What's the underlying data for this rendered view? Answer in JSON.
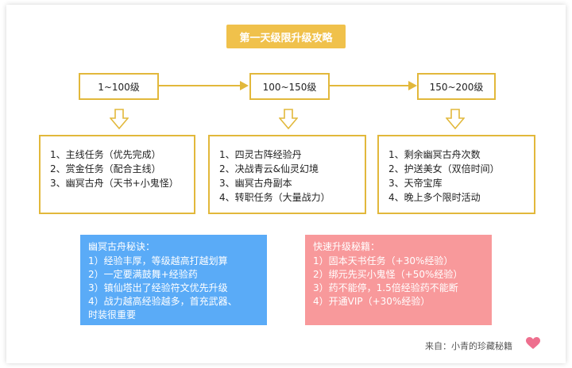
{
  "title": "第一天级限升级攻略",
  "levels": [
    "1~100级",
    "100~150级",
    "150~200级"
  ],
  "lists": [
    [
      "1、主线任务（优先完成）",
      "2、赏金任务（配合主线）",
      "3、幽冥古舟（天书+小鬼怪）"
    ],
    [
      "1、四灵古阵经验丹",
      "2、决战青云&仙灵幻境",
      "3、幽冥古舟副本",
      "4、转职任务（大量战力）"
    ],
    [
      "1、剩余幽冥古舟次数",
      "2、护送美女（双倍时间）",
      "3、天帝宝库",
      "4、晚上多个限时活动"
    ]
  ],
  "tips_left": {
    "title": "幽冥古舟秘诀：",
    "lines": [
      "1）经验丰厚，等级越高打越划算",
      "2）一定要满鼓舞+经验药",
      "3）镇仙塔出了经验符文优先升级",
      "4）战力越高经验越多，首充武器、",
      "时装很重要"
    ]
  },
  "tips_right": {
    "title": "快速升级秘籍：",
    "lines": [
      "1）固本天书任务（+30%经验）",
      "2）绑元先买小鬼怪（+50%经验）",
      "3）药不能停，1.5倍经验药不能断",
      "4）开通VIP（+30%经验）"
    ]
  },
  "source": "来自：小青的珍藏秘籍",
  "colors": {
    "gold": "#e2b83b",
    "title_bg": "#f0c14b",
    "blue": "#5aabf7",
    "pink": "#f8999b",
    "heart": "#ee6f8e"
  },
  "icons": [
    "down-arrow-icon",
    "heart-icon"
  ]
}
